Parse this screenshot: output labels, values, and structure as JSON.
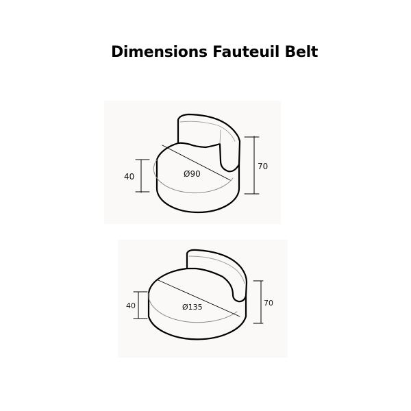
{
  "title": "Dimensions Fauteuil Belt",
  "small": {
    "seat_height": "40",
    "total_height": "70",
    "diameter": "Ø90"
  },
  "large": {
    "seat_height": "40",
    "total_height": "70",
    "diameter": "Ø135"
  },
  "colors": {
    "line": "#000000",
    "panel": "#faf9f8"
  }
}
